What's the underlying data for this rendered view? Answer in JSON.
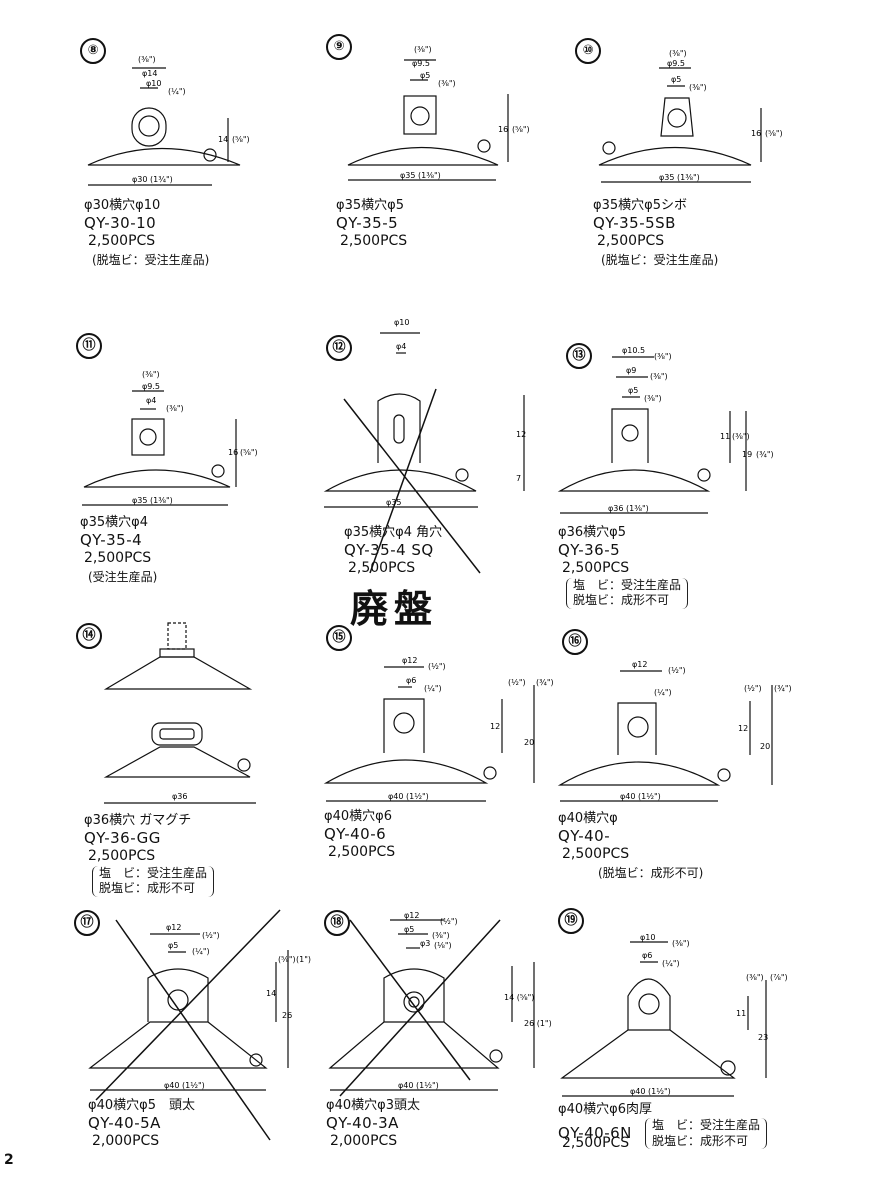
{
  "page_number": "2",
  "items": [
    {
      "num": "⑧",
      "spec": "φ30横穴φ10",
      "code": "QY-30-10",
      "pcs": "2,500PCS",
      "note": "(脱塩ビ：受注生産品)",
      "note2": "",
      "dims": [
        "(⅜\")",
        "φ14",
        "φ10",
        "(¼\")",
        "14",
        "(⅝\")",
        "φ30 (1¾\")"
      ]
    },
    {
      "num": "⑨",
      "spec": "φ35横穴φ5",
      "code": "QY-35-5",
      "pcs": "2,500PCS",
      "note": "",
      "note2": "",
      "dims": [
        "(⅜\")",
        "φ9.5",
        "φ5",
        "(⅜\")",
        "16",
        "(⅝\")",
        "φ35 (1⅜\")"
      ]
    },
    {
      "num": "⑩",
      "spec": "φ35横穴φ5シボ",
      "code": "QY-35-5SB",
      "pcs": "2,500PCS",
      "note": "(脱塩ビ：受注生産品)",
      "note2": "",
      "dims": [
        "(⅜\")",
        "φ9.5",
        "φ5",
        "(⅜\")",
        "16",
        "(⅝\")",
        "φ35 (1⅜\")"
      ]
    },
    {
      "num": "⑪",
      "spec": "φ35横穴φ4",
      "code": "QY-35-4",
      "pcs": "2,500PCS",
      "note": "(受注生産品)",
      "note2": "",
      "dims": [
        "(⅜\")",
        "φ9.5",
        "φ4",
        "(⅜\")",
        "16",
        "(⅝\")",
        "φ35 (1⅜\")"
      ]
    },
    {
      "num": "⑫",
      "spec": "φ35横穴φ4 角穴",
      "code": "QY-35-4 SQ",
      "pcs": "2,500PCS",
      "note": "",
      "note2": "",
      "dims": [
        "φ10",
        "φ4",
        "12",
        "7",
        "φ35"
      ],
      "stamp": "廃盤"
    },
    {
      "num": "⑬",
      "spec": "φ36横穴φ5",
      "code": "QY-36-5",
      "pcs": "2,500PCS",
      "note": "塩　ビ：受注生産品",
      "note2": "脱塩ビ：成形不可",
      "dims": [
        "φ10.5",
        "(⅜\")",
        "φ9",
        "(⅜\")",
        "φ5",
        "(⅜\")",
        "11",
        "(⅜\")",
        "19",
        "(¾\")",
        "φ36 (1⅜\")"
      ]
    },
    {
      "num": "⑭",
      "spec": "φ36横穴 ガマグチ",
      "code": "QY-36-GG",
      "pcs": "2,500PCS",
      "note": "塩　ビ：受注生産品",
      "note2": "脱塩ビ：成形不可",
      "dims": [
        "φ36"
      ]
    },
    {
      "num": "⑮",
      "spec": "φ40横穴φ6",
      "code": "QY-40-6",
      "pcs": "2,500PCS",
      "note": "",
      "note2": "",
      "dims": [
        "φ12",
        "(½\")",
        "φ6",
        "(¼\")",
        "12",
        "(½\")",
        "20",
        "(¾\")",
        "φ40 (1½\")"
      ]
    },
    {
      "num": "⑯",
      "spec": "φ40横穴φ",
      "code": "QY-40-",
      "pcs": "2,500PCS",
      "note": "(脱塩ビ：成形不可)",
      "note2": "",
      "dims": [
        "φ12",
        "(½\")",
        "(¼\")",
        "12",
        "(½\")",
        "20",
        "(¾\")",
        "φ40 (1½\")"
      ]
    },
    {
      "num": "⑰",
      "spec": "φ40横穴φ5　頭太",
      "code": "QY-40-5A",
      "pcs": "2,000PCS",
      "note": "",
      "note2": "",
      "dims": [
        "φ12",
        "(½\")",
        "φ5",
        "(¼\")",
        "14",
        "(⅝\")",
        "26",
        "(1\")",
        "φ40 (1½\")"
      ]
    },
    {
      "num": "⑱",
      "spec": "φ40横穴φ3頭太",
      "code": "QY-40-3A",
      "pcs": "2,000PCS",
      "note": "",
      "note2": "",
      "dims": [
        "φ12",
        "(½\")",
        "φ5",
        "(⅜\")",
        "φ3",
        "(⅛\")",
        "14 (⅝\")",
        "26 (1\")",
        "φ40 (1½\")"
      ]
    },
    {
      "num": "⑲",
      "spec": "φ40横穴φ6肉厚",
      "code": "QY-40-6N",
      "pcs": "2,500PCS",
      "note": "塩　ビ：受注生産品",
      "note2": "脱塩ビ：成形不可",
      "dims": [
        "φ10",
        "(⅜\")",
        "φ6",
        "(¼\")",
        "11",
        "(⅜\")",
        "23",
        "(⅞\")",
        "φ40 (1½\")"
      ]
    }
  ]
}
